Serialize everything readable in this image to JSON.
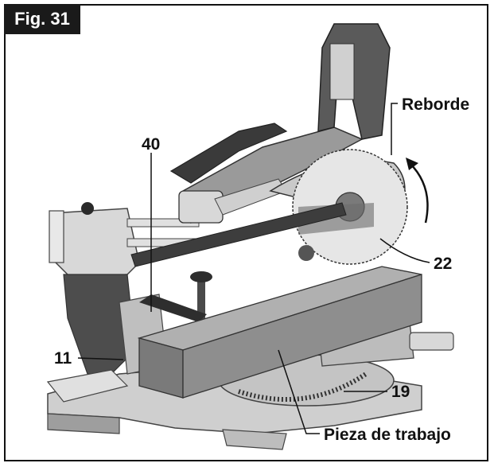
{
  "figure": {
    "label": "Fig. 31"
  },
  "callouts": {
    "reborde": "Reborde",
    "c40": "40",
    "c11": "11",
    "c22": "22",
    "c19": "19",
    "pieza": "Pieza de trabajo"
  },
  "colors": {
    "frame": "#111111",
    "body_light": "#d2d2d2",
    "body_mid": "#b7b7b7",
    "body_dark": "#5a5a5a",
    "handle_dark": "#3a3a3a",
    "workpiece": "#8e8e8e"
  }
}
